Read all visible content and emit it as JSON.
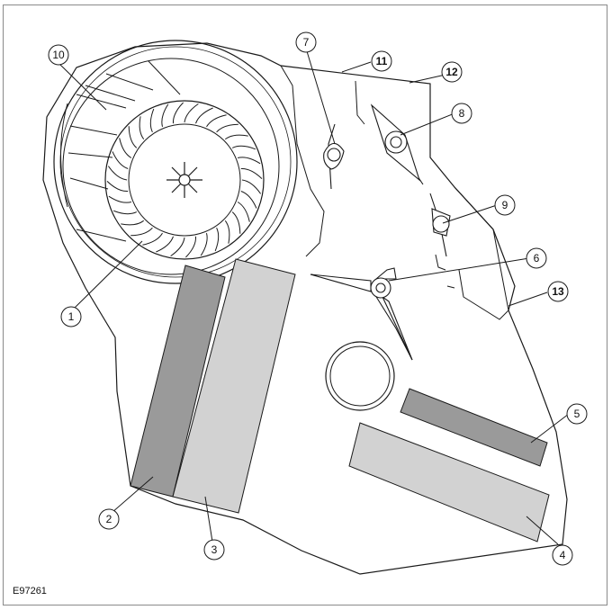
{
  "figure": {
    "id_label": "E97261"
  },
  "callouts": [
    {
      "key": "c1",
      "label": "1"
    },
    {
      "key": "c2",
      "label": "2"
    },
    {
      "key": "c3",
      "label": "3"
    },
    {
      "key": "c4",
      "label": "4"
    },
    {
      "key": "c5",
      "label": "5"
    },
    {
      "key": "c6",
      "label": "6"
    },
    {
      "key": "c7",
      "label": "7"
    },
    {
      "key": "c8",
      "label": "8"
    },
    {
      "key": "c9",
      "label": "9"
    },
    {
      "key": "c10",
      "label": "10"
    },
    {
      "key": "c11",
      "label": "11"
    },
    {
      "key": "c12",
      "label": "12"
    },
    {
      "key": "c13",
      "label": "13"
    }
  ],
  "colors": {
    "line": "#1a1a1a",
    "dark_panel": "#9a9a9a",
    "light_panel": "#d2d2d2",
    "housing": "#ffffff"
  }
}
